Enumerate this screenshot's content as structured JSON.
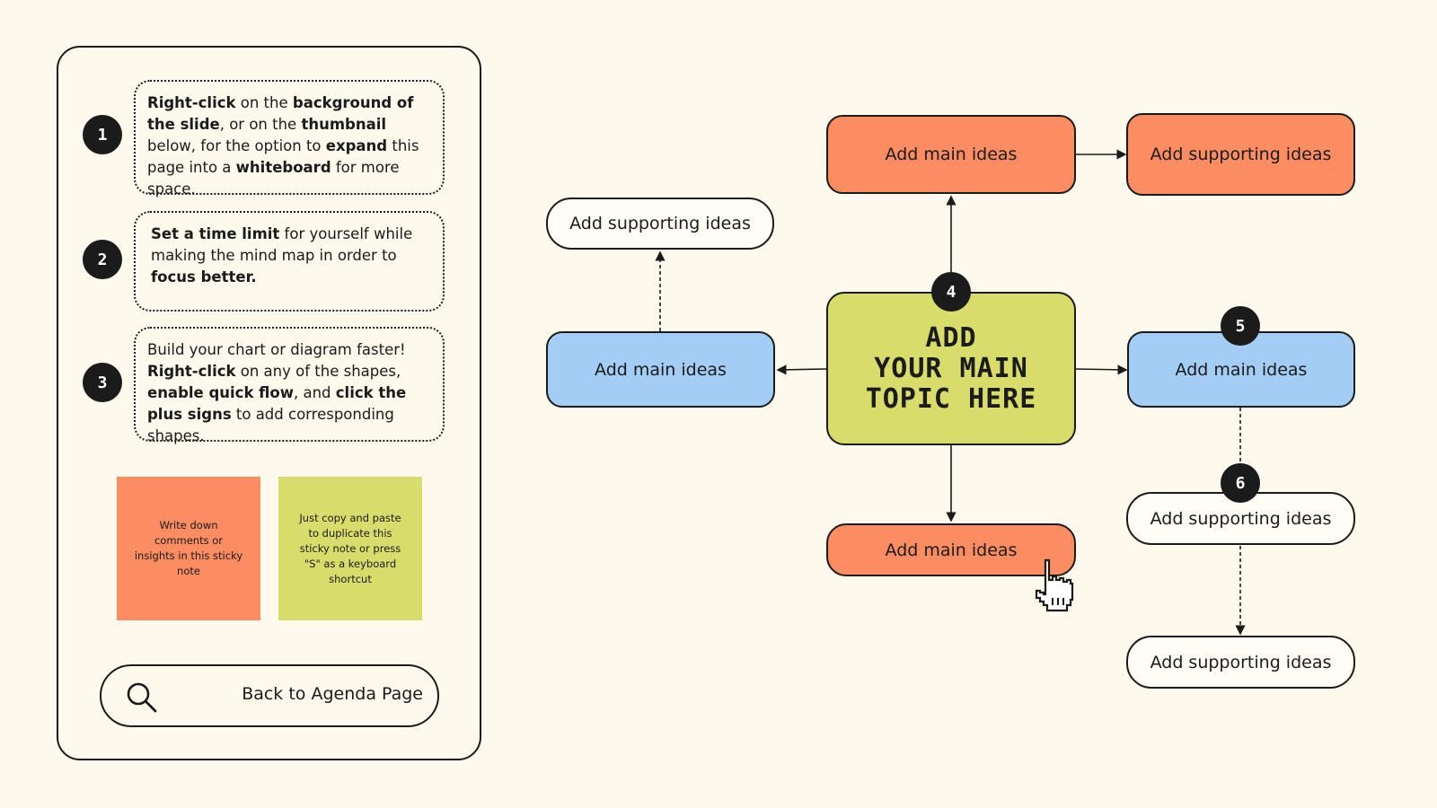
{
  "instructions": {
    "steps": [
      {
        "number": "1",
        "segments": [
          {
            "t": "Right-click",
            "b": true
          },
          {
            "t": " on the ",
            "b": false
          },
          {
            "t": "background of the slide",
            "b": true
          },
          {
            "t": ", or on the ",
            "b": false
          },
          {
            "t": "thumbnail",
            "b": true
          },
          {
            "t": " below, for the option to ",
            "b": false
          },
          {
            "t": "expand",
            "b": true
          },
          {
            "t": " this page into a ",
            "b": false
          },
          {
            "t": "whiteboard",
            "b": true
          },
          {
            "t": " for more space.",
            "b": false
          }
        ]
      },
      {
        "number": "2",
        "segments": [
          {
            "t": "Set a time limit",
            "b": true
          },
          {
            "t": " for yourself while making the mind map in order to ",
            "b": false
          },
          {
            "t": "focus better.",
            "b": true
          }
        ]
      },
      {
        "number": "3",
        "segments": [
          {
            "t": "Build your chart or diagram faster! ",
            "b": false
          },
          {
            "t": "Right-click",
            "b": true
          },
          {
            "t": " on any of the shapes, ",
            "b": false
          },
          {
            "t": "enable quick flow",
            "b": true
          },
          {
            "t": ", and ",
            "b": false
          },
          {
            "t": "click the plus signs",
            "b": true
          },
          {
            "t": " to add corresponding shapes.",
            "b": false
          }
        ]
      }
    ],
    "sticky_notes": [
      {
        "text": "Write down comments or insights in this sticky note",
        "color": "#fc8c61"
      },
      {
        "text": "Just copy and paste to duplicate this sticky note or press \"S\" as a keyboard shortcut",
        "color": "#d8dc6a"
      }
    ],
    "back_button": {
      "label": "Back to Agenda Page",
      "icon": "search-icon"
    }
  },
  "mindmap": {
    "center_topic": "ADD\nYOUR MAIN\nTOPIC HERE",
    "top_main": "Add main ideas",
    "top_supporting": "Add supporting ideas",
    "left_main": "Add main ideas",
    "left_supporting": "Add supporting ideas",
    "right_main": "Add main ideas",
    "right_supporting_1": "Add supporting ideas",
    "right_supporting_2": "Add supporting ideas",
    "bottom_main": "Add main ideas",
    "badges": {
      "center": "4",
      "right_main": "5",
      "right_supporting": "6"
    }
  },
  "colors": {
    "background": "#fdf9ec",
    "orange": "#fc8c61",
    "blue": "#a3cdf4",
    "green": "#d8dc6a",
    "ink": "#1b1b1b"
  }
}
